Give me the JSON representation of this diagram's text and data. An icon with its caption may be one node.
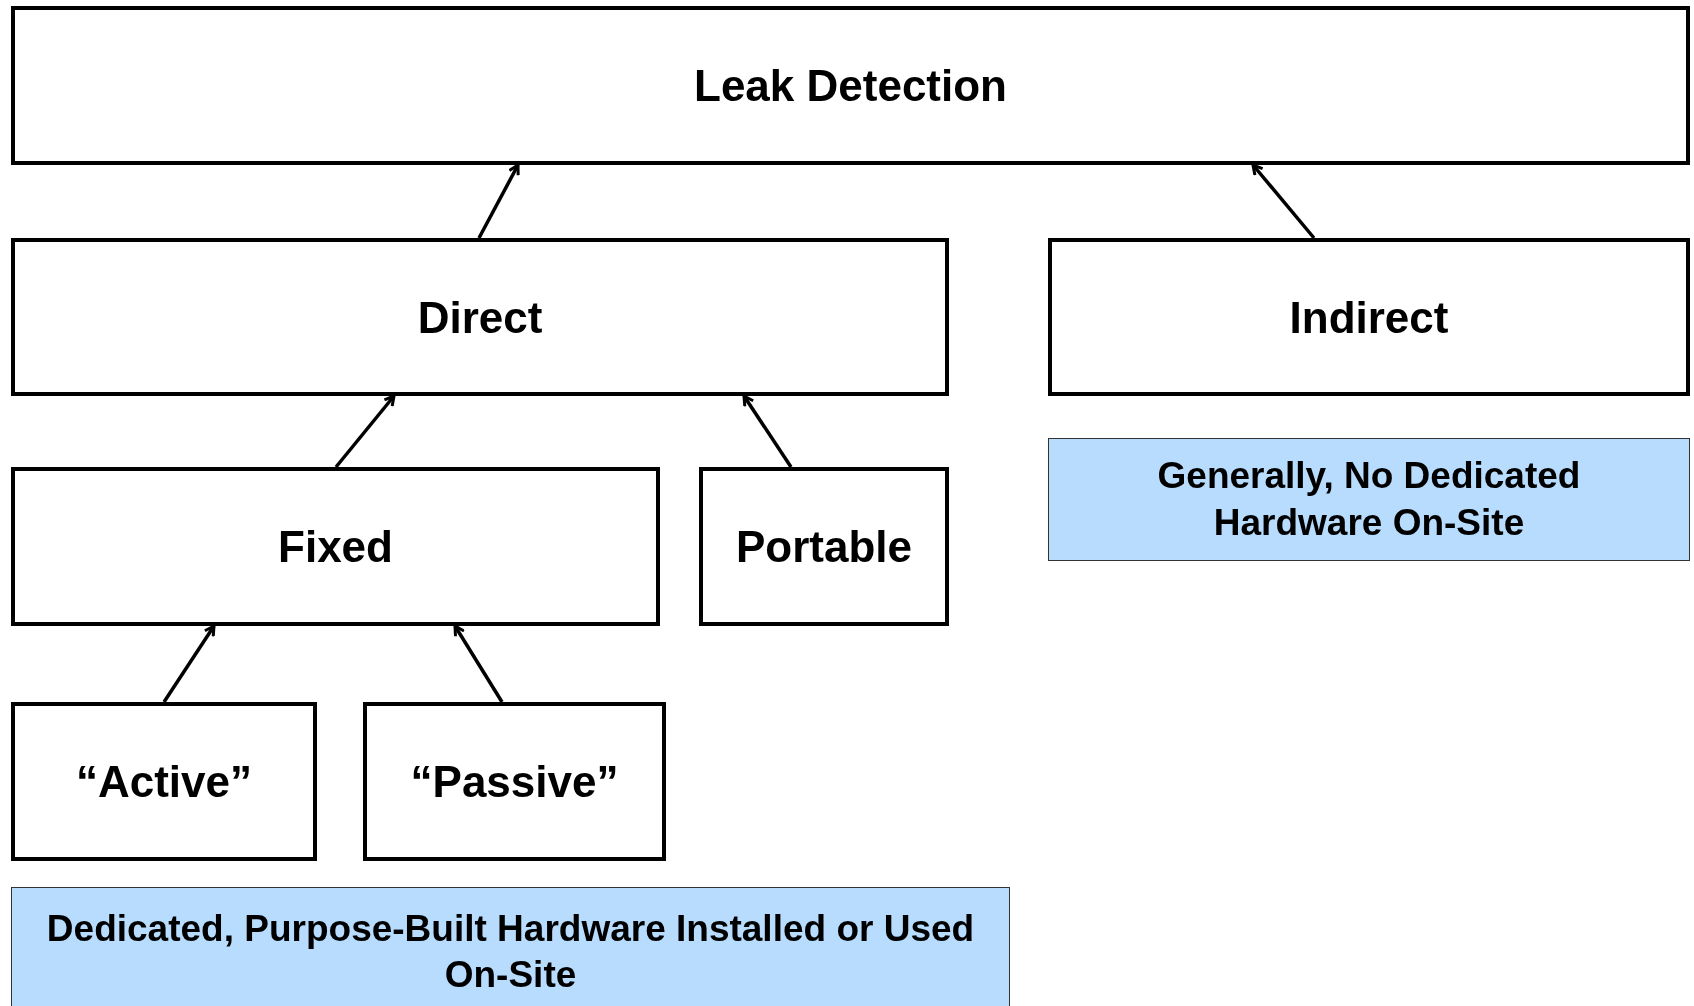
{
  "diagram": {
    "nodes": [
      {
        "text": [
          "Leak Detection"
        ]
      },
      {
        "text": [
          "Direct"
        ]
      },
      {
        "text": [
          "Indirect"
        ]
      },
      {
        "text": [
          "Generally, No Dedicated Hardware On-Site"
        ]
      },
      {
        "text": [
          "Fixed"
        ]
      },
      {
        "text": [
          "Portable"
        ]
      },
      {
        "text": [
          "“Active”"
        ]
      },
      {
        "text": [
          "“Passive”"
        ]
      },
      {
        "text": [
          "Dedicated, Purpose-Built Hardware Installed or Used On-Site"
        ]
      }
    ],
    "edges": [
      {
        "from": 1,
        "to": 0,
        "arrow": "to"
      },
      {
        "from": 2,
        "to": 0,
        "arrow": "to"
      },
      {
        "from": 4,
        "to": 1,
        "arrow": "to"
      },
      {
        "from": 5,
        "to": 1,
        "arrow": "to"
      },
      {
        "from": 6,
        "to": 4,
        "arrow": "to"
      },
      {
        "from": 7,
        "to": 4,
        "arrow": "to"
      }
    ]
  }
}
